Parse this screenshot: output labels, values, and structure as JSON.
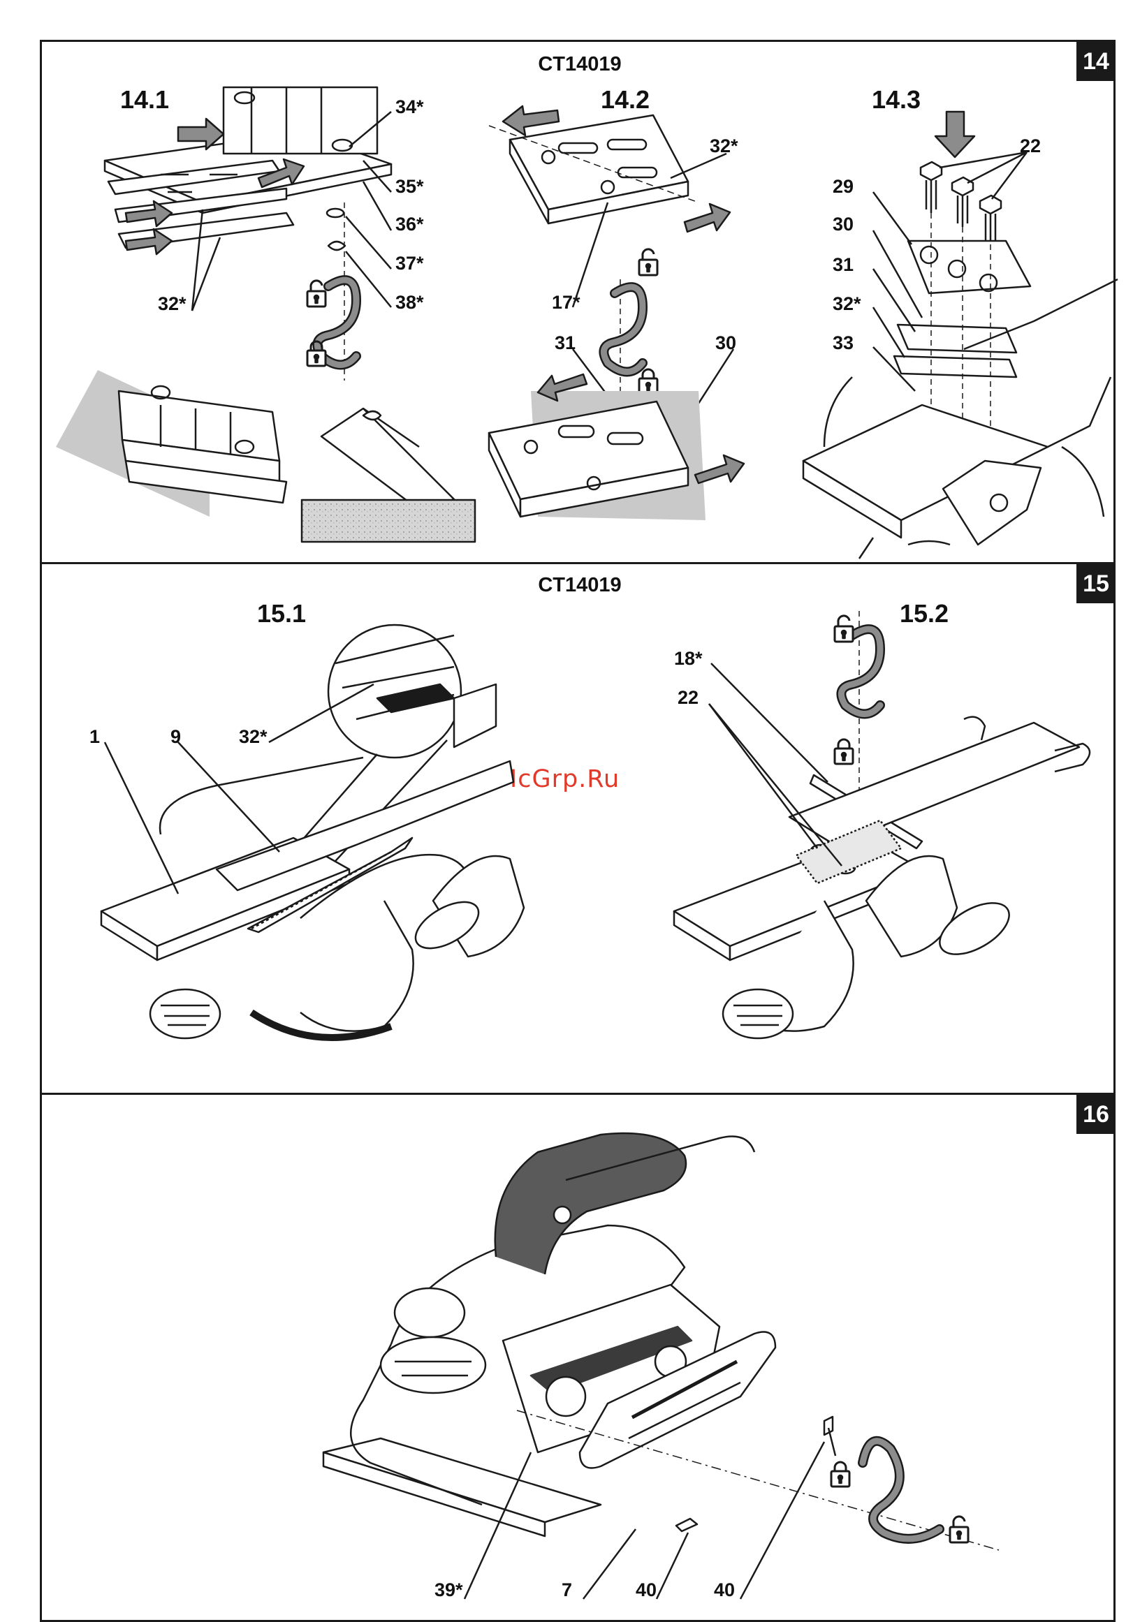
{
  "panels": [
    {
      "number": "14",
      "model": "CT14019"
    },
    {
      "number": "15",
      "model": "CT14019"
    },
    {
      "number": "16",
      "model": ""
    }
  ],
  "figures": {
    "f14_1": "14.1",
    "f14_2": "14.2",
    "f14_3": "14.3",
    "f15_1": "15.1",
    "f15_2": "15.2"
  },
  "callouts": {
    "c34": "34*",
    "c35": "35*",
    "c36": "36*",
    "c37": "37*",
    "c38": "38*",
    "c32a": "32*",
    "c32b": "32*",
    "c17": "17*",
    "c31a": "31",
    "c30a": "30",
    "c22a": "22",
    "c29": "29",
    "c30b": "30",
    "c31b": "31",
    "c32c": "32*",
    "c33": "33",
    "c1": "1",
    "c9": "9",
    "c32d": "32*",
    "c18": "18*",
    "c22b": "22",
    "c39": "39*",
    "c7": "7",
    "c40a": "40",
    "c40b": "40"
  },
  "watermark": "McGrp.Ru",
  "icons": [
    "lock-open-icon",
    "lock-closed-icon",
    "rotate-arrow-icon",
    "push-arrow-icon"
  ],
  "colors": {
    "ink": "#1a1a1a",
    "shade": "#c9c9c9",
    "arrow": "#8c8c8c",
    "watermark": "#e23a2a"
  }
}
